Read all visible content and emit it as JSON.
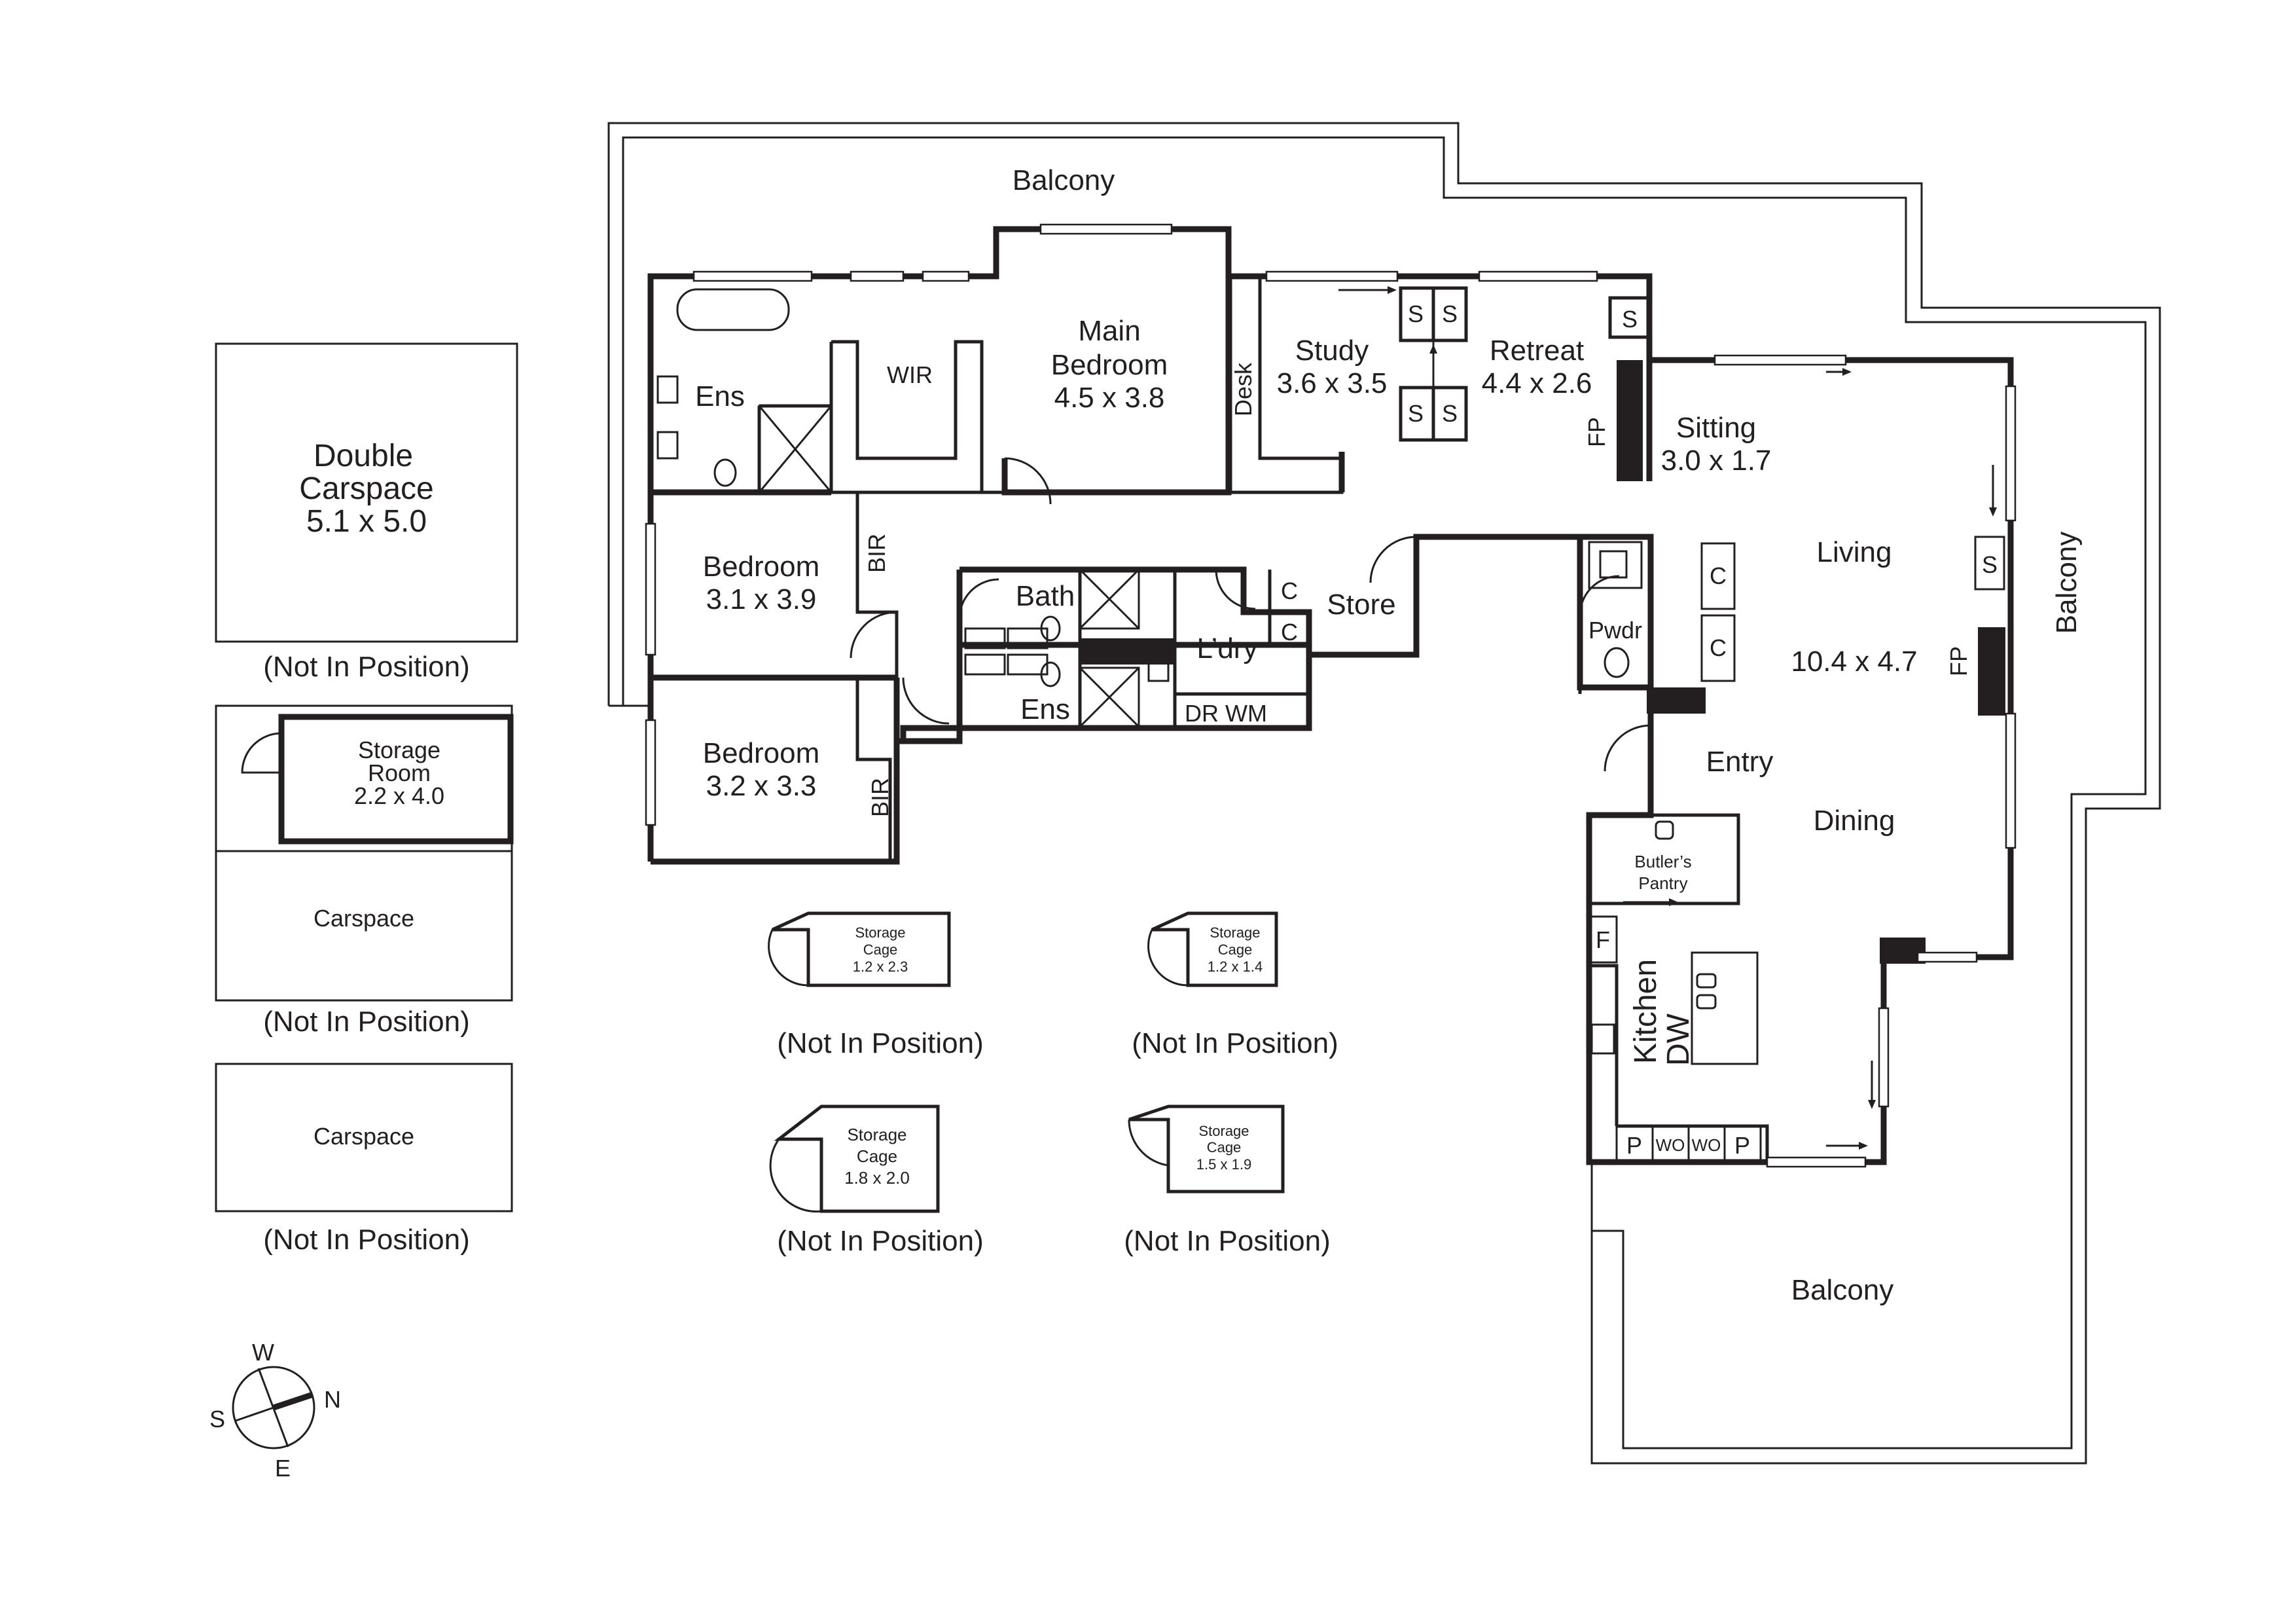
{
  "rooms": {
    "balcony_top": "Balcony",
    "balcony_right": "Balcony",
    "balcony_bottom": "Balcony",
    "ens_main": "Ens",
    "wir": "WIR",
    "main_bedroom_name": "Main",
    "main_bedroom_name2": "Bedroom",
    "main_bedroom_dim": "4.5 x 3.8",
    "study_name": "Study",
    "study_dim": "3.6 x 3.5",
    "desk": "Desk",
    "retreat_name": "Retreat",
    "retreat_dim": "4.4 x 2.6",
    "sitting_name": "Sitting",
    "sitting_dim": "3.0 x 1.7",
    "living": "Living",
    "living_dim": "10.4 x 4.7",
    "dining": "Dining",
    "entry": "Entry",
    "pwdr": "Pwdr",
    "bedroom1_name": "Bedroom",
    "bedroom1_dim": "3.1 x 3.9",
    "bedroom2_name": "Bedroom",
    "bedroom2_dim": "3.2 x 3.3",
    "bir": "BIR",
    "bath": "Bath",
    "ens2": "Ens",
    "laundry": "L’dry",
    "dr_wm": "DR WM",
    "store": "Store",
    "butlers1": "Butler’s",
    "butlers2": "Pantry",
    "kitchen": "Kitchen",
    "dw": "DW",
    "fridge": "F",
    "pantry": "P",
    "wall_oven": "WO",
    "shelf": "S",
    "cupboard": "C",
    "fireplace": "FP"
  },
  "parking": {
    "double_name1": "Double",
    "double_name2": "Carspace",
    "double_dim": "5.1 x 5.0",
    "storage_room_name1": "Storage",
    "storage_room_name2": "Room",
    "storage_room_dim": "2.2 x 4.0",
    "carspace": "Carspace",
    "not_in_position": "(Not In Position)"
  },
  "cages": [
    {
      "name1": "Storage",
      "name2": "Cage",
      "dim": "1.2 x 2.3"
    },
    {
      "name1": "Storage",
      "name2": "Cage",
      "dim": "1.2 x 1.4"
    },
    {
      "name1": "Storage",
      "name2": "Cage",
      "dim": "1.8 x 2.0"
    },
    {
      "name1": "Storage",
      "name2": "Cage",
      "dim": "1.5 x 1.9"
    }
  ],
  "compass": {
    "w": "W",
    "n": "N",
    "s": "S",
    "e": "E"
  }
}
